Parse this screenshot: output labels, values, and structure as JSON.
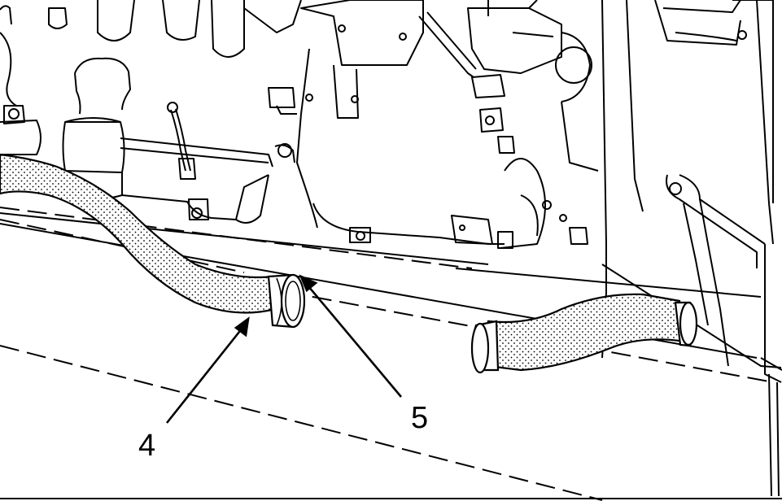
{
  "callouts": [
    {
      "id": "4",
      "label": "4",
      "target": "hose"
    },
    {
      "id": "5",
      "label": "5",
      "target": "clamp"
    }
  ],
  "colors": {
    "ink": "#000000",
    "paper": "#ffffff"
  }
}
